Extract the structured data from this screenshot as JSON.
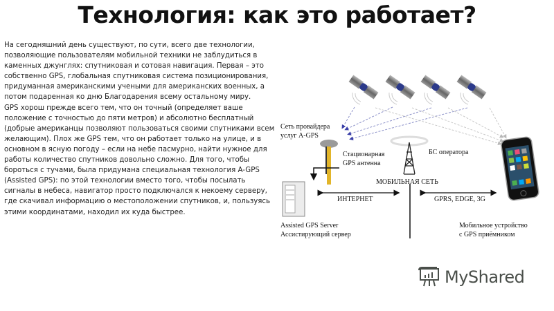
{
  "slide": {
    "title": "Технология: как это работает?",
    "paragraphs": [
      "На сегодняшний день существуют, по сути, всего две технологии, позволяющие пользователям мобильной техники не заблудиться в каменных джунглях: спутниковая и сотовая навигация. Первая – это собственно GPS, глобальная спутниковая система позиционирования, придуманная американскими учеными для американских военных, а потом подаренная ко дню Благодарения всему остальному миру.",
      "GPS хорош прежде всего тем, что он точный (определяет ваше положение с точностью до пяти метров) и абсолютно бесплатный (добрые американцы позволяют пользоваться своими спутниками всем желающим). Плох же GPS тем, что он работает только на улице, и в основном в ясную погоду – если на небе пасмурно, найти нужное для работы количество спутников довольно сложно. Для того, чтобы бороться с тучами, была придумана специальная технология A-GPS (Assisted GPS): по этой технологии вместо того, чтобы посылать сигналы в небеса, навигатор просто подключался к некоему серверу, где скачивал информацию о местоположении спутников, и, пользуясь этими координатами, находил их куда быстрее."
    ]
  },
  "diagram": {
    "labels": {
      "provider_network_1": "Сеть провайдера",
      "provider_network_2": "услуг A-GPS",
      "stationary_antenna_1": "Стационарная",
      "stationary_antenna_2": "GPS антенна",
      "bs_operator": "БС оператора",
      "mobile_network": "МОБИЛЬНАЯ СЕТЬ",
      "internet": "ИНТЕРНЕТ",
      "gprs": "GPRS, EDGE, 3G",
      "server_1": "Assisted GPS Server",
      "server_2": "Ассистирующий сервер",
      "device_1": "Мобильное устройство",
      "device_2": "с GPS приёмником"
    },
    "satellite_count": 4
  },
  "watermark": {
    "text": "MyShared"
  }
}
